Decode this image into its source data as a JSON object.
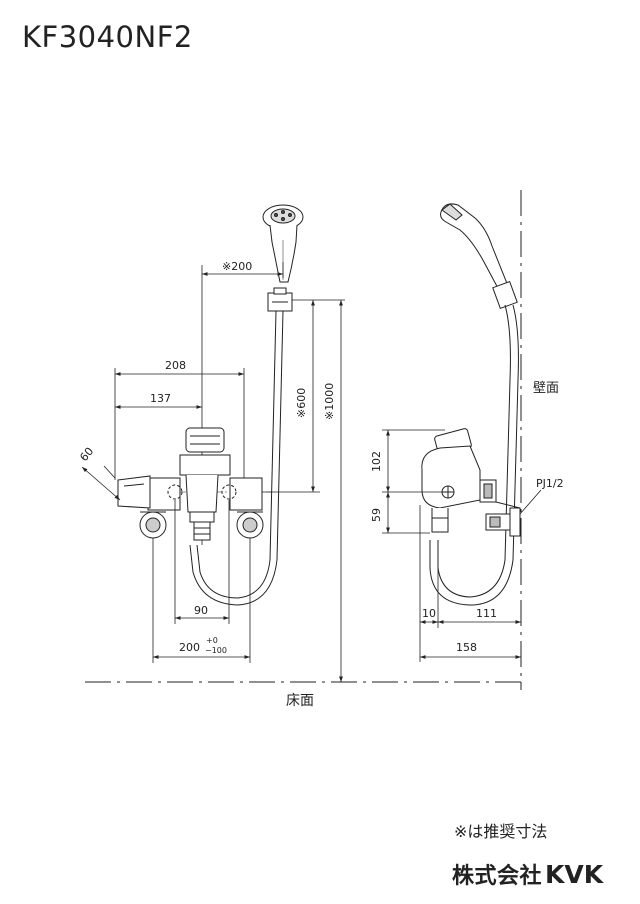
{
  "model": "KF3040NF2",
  "labels": {
    "dim_200_star": "※200",
    "dim_208": "208",
    "dim_137": "137",
    "dim_600": "※600",
    "dim_1000": "※1000",
    "dim_60": "60",
    "dim_90": "90",
    "dim_200": "200",
    "tol_plus": "+0",
    "tol_minus": "−100",
    "floor": "床面",
    "wall": "壁面",
    "dim_102": "102",
    "dim_59": "59",
    "pipe": "PJ1/2",
    "dim_10": "10",
    "dim_111": "111",
    "dim_158": "158"
  },
  "note": "※は推奨寸法",
  "maker": {
    "company": "株式会社",
    "brand": "KVK"
  }
}
